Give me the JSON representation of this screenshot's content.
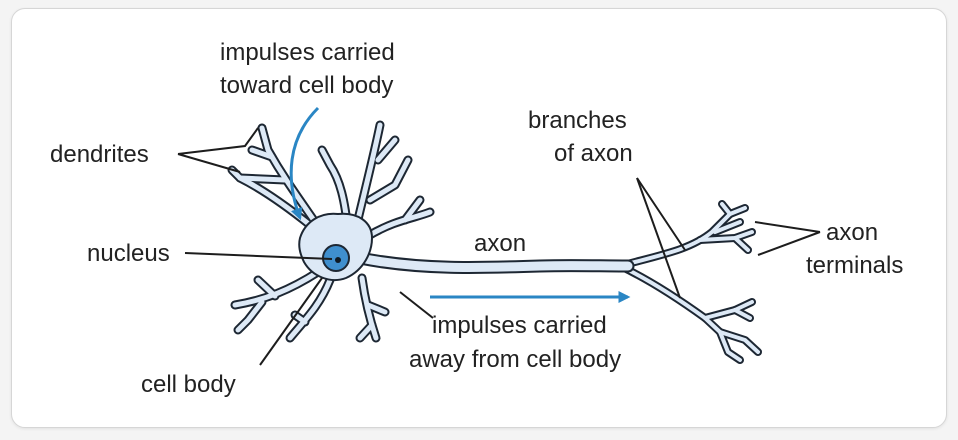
{
  "labels": {
    "impulses_toward_1": "impulses carried",
    "impulses_toward_2": "toward cell body",
    "dendrites": "dendrites",
    "nucleus": "nucleus",
    "cell_body": "cell body",
    "axon": "axon",
    "branches_1": "branches",
    "branches_2": "of axon",
    "terminals_1": "axon",
    "terminals_2": "terminals",
    "impulses_away_1": "impulses carried",
    "impulses_away_2": "away from cell body"
  },
  "colors": {
    "neuron_fill": "#dde9f6",
    "outline": "#1d2733",
    "nucleus_fill": "#3f8fce",
    "arrow": "#2a86c4",
    "text": "#222222"
  }
}
